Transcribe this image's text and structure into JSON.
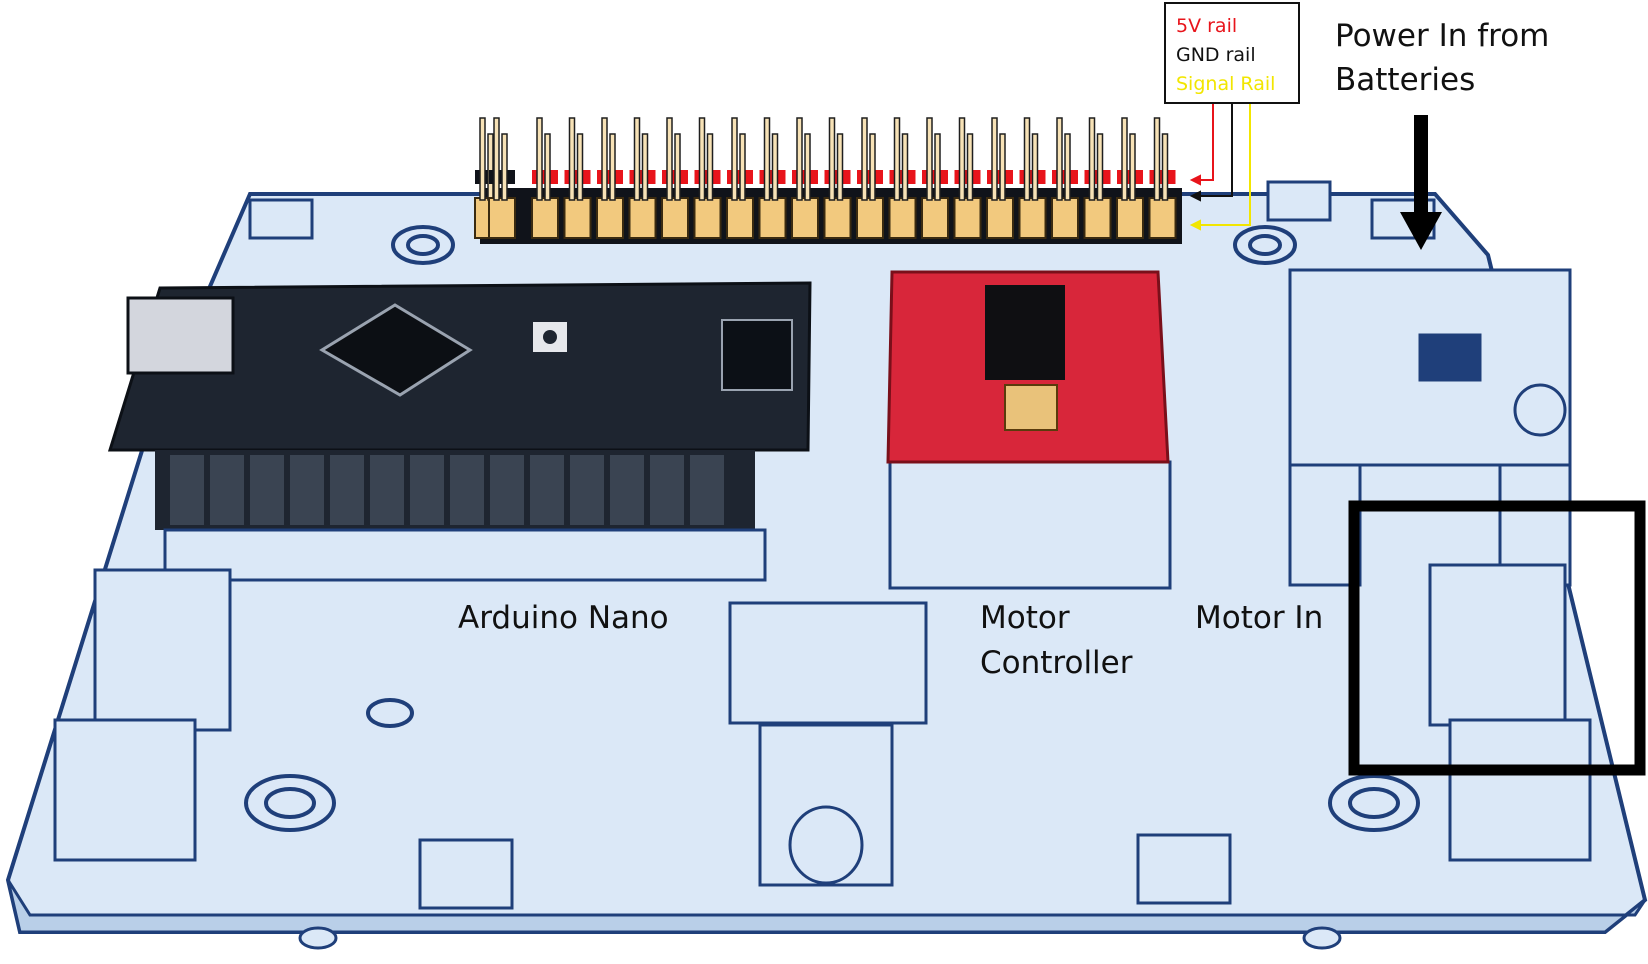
{
  "diagram": {
    "legend": {
      "items": [
        {
          "label": "5V rail",
          "color": "#e8141b"
        },
        {
          "label": "GND rail",
          "color": "#111111"
        },
        {
          "label": "Signal Rail",
          "color": "#f2e600"
        }
      ]
    },
    "labels": {
      "power_in": [
        "Power In from",
        "Batteries"
      ],
      "arduino": "Arduino Nano",
      "motor_controller": [
        "Motor",
        "Controller"
      ],
      "motor_in": "Motor In"
    },
    "colors": {
      "board": "#dbe8f7",
      "outline": "#1f3f7a",
      "arduino": "#1e2530",
      "controller": "#d8263a",
      "header": "#f2c97e"
    }
  }
}
